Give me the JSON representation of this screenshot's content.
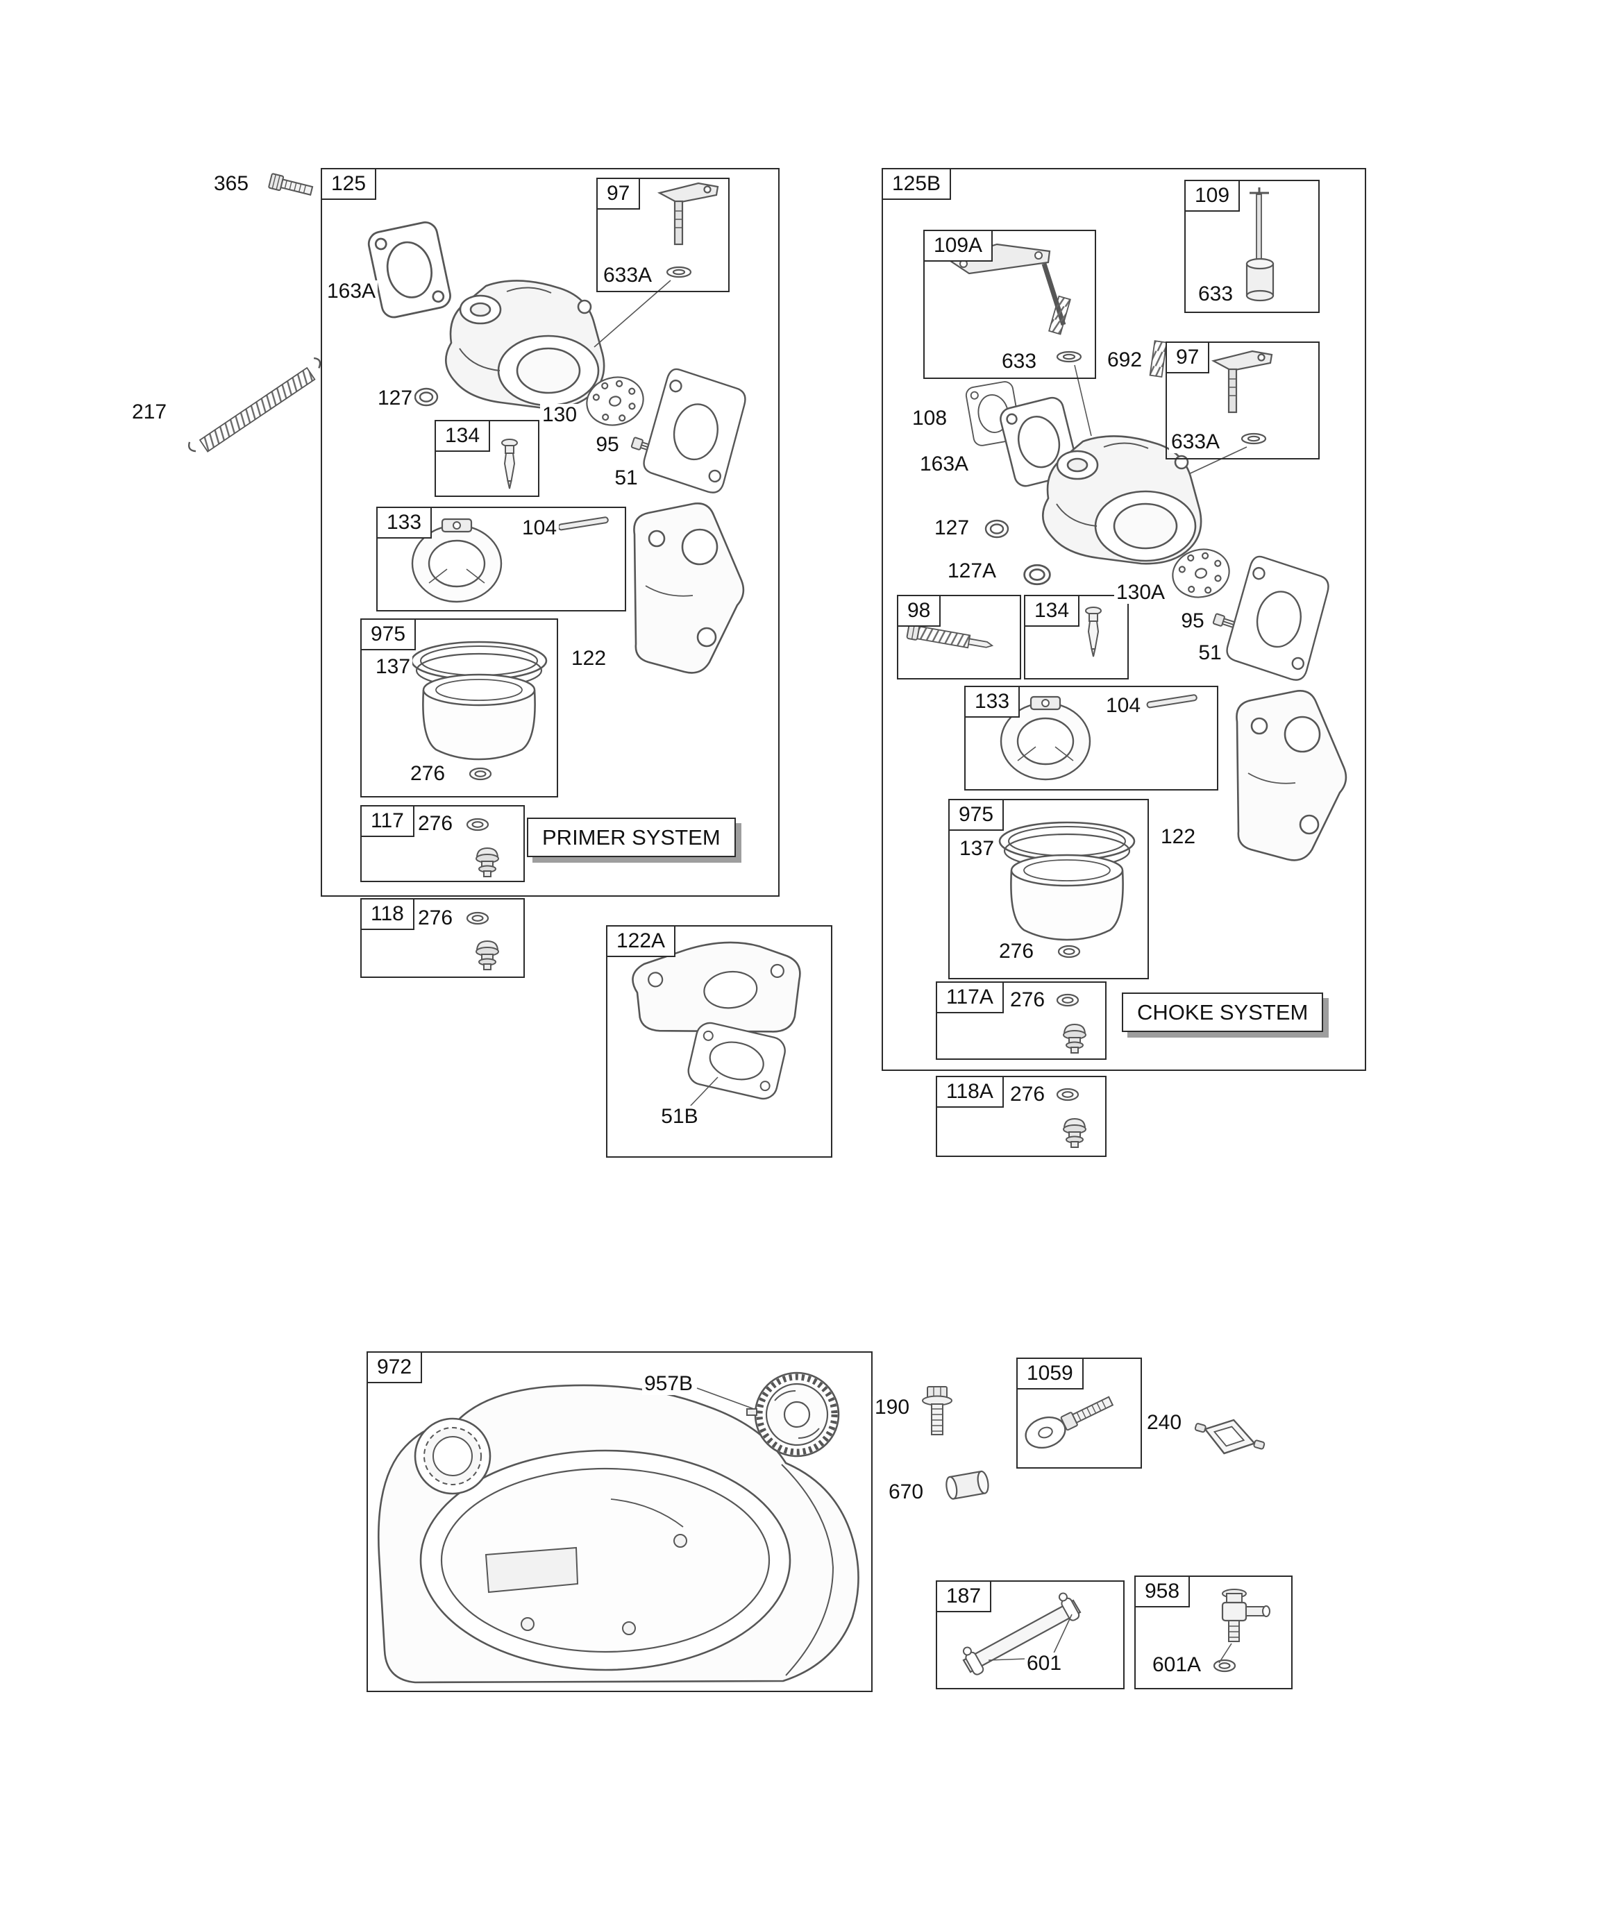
{
  "groups": {
    "primer": {
      "box_label": "125",
      "system_label": "PRIMER SYSTEM",
      "sub_boxes": {
        "b97": "97",
        "b134": "134",
        "b133": "133",
        "b975": "975",
        "b117": "117",
        "b118": "118",
        "b122A": "122A"
      },
      "callouts": {
        "c365": "365",
        "c163A": "163A",
        "c633A": "633A",
        "c217": "217",
        "c127": "127",
        "c130": "130",
        "c95": "95",
        "c51": "51",
        "c104": "104",
        "c137": "137",
        "c122": "122",
        "c276_bowl": "276",
        "c276_117": "276",
        "c276_118": "276",
        "c51B": "51B"
      }
    },
    "choke": {
      "box_label": "125B",
      "system_label": "CHOKE SYSTEM",
      "sub_boxes": {
        "b109A": "109A",
        "b109": "109",
        "b97": "97",
        "b98": "98",
        "b134": "134",
        "b133": "133",
        "b975": "975",
        "b117A": "117A",
        "b118A": "118A"
      },
      "callouts": {
        "c633_lever": "633",
        "c633_shaft": "633",
        "c692": "692",
        "c633A": "633A",
        "c108": "108",
        "c163A": "163A",
        "c127": "127",
        "c127A": "127A",
        "c130A": "130A",
        "c95": "95",
        "c51": "51",
        "c104": "104",
        "c137": "137",
        "c122": "122",
        "c276_bowl": "276",
        "c276_117A": "276",
        "c276_118A": "276"
      }
    },
    "tank": {
      "box_label": "972",
      "sub_boxes": {
        "b1059": "1059",
        "b187": "187",
        "b958": "958"
      },
      "callouts": {
        "c957B": "957B",
        "c190": "190",
        "c240": "240",
        "c670": "670",
        "c601": "601",
        "c601A": "601A"
      }
    }
  }
}
